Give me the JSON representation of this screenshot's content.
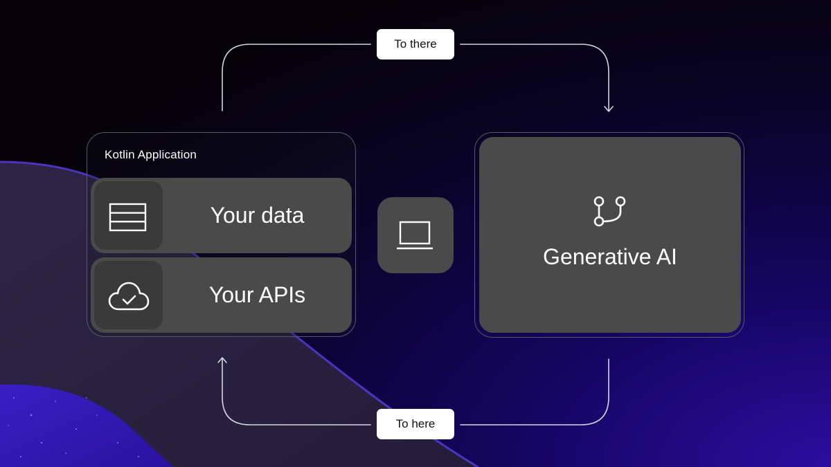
{
  "app": {
    "title": "Kotlin Application",
    "rows": [
      {
        "label": "Your data",
        "icon": "table-icon"
      },
      {
        "label": "Your APIs",
        "icon": "cloud-check-icon"
      }
    ]
  },
  "center": {
    "icon": "laptop-icon"
  },
  "ai": {
    "label": "Generative AI",
    "icon": "branch-icon"
  },
  "flow": {
    "top_label": "To there",
    "bottom_label": "To here"
  },
  "colors": {
    "panel": "#4a4a4a",
    "icon_panel": "#3a3a3a",
    "border": "#5a5a66",
    "accent_purple": "#3b22c8",
    "text": "#ffffff"
  }
}
